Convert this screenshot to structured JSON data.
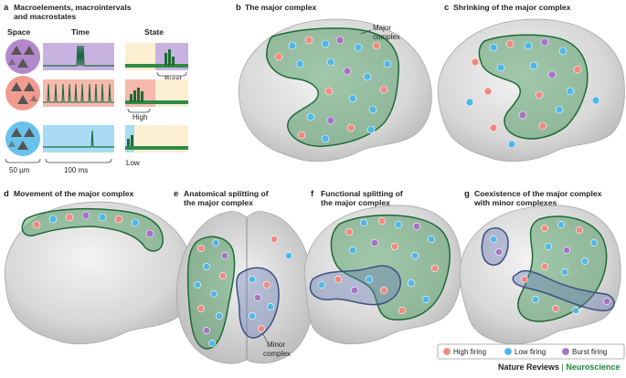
{
  "panels": {
    "a": {
      "letter": "a",
      "title_line1": "Macroelements, macrointervals",
      "title_line2": "and macrostates",
      "col_space": "Space",
      "col_time": "Time",
      "col_state": "State",
      "burst": "Burst",
      "high": "High",
      "low": "Low",
      "scale_space": "50 µm",
      "scale_time": "100 ms"
    },
    "b": {
      "letter": "b",
      "title": "The major complex",
      "callout_line1": "Major",
      "callout_line2": "complex"
    },
    "c": {
      "letter": "c",
      "title": "Shrinking of the major complex"
    },
    "d": {
      "letter": "d",
      "title": "Movement of the major complex"
    },
    "e": {
      "letter": "e",
      "title_line1": "Anatomical splitting of",
      "title_line2": "the major complex",
      "callout_line1": "Minor",
      "callout_line2": "complex"
    },
    "f": {
      "letter": "f",
      "title_line1": "Functional splitting of",
      "title_line2": "the major complex"
    },
    "g": {
      "letter": "g",
      "title_line1": "Coexistence of the major complex",
      "title_line2": "with minor complexes"
    }
  },
  "legend": {
    "high": "High firing",
    "low": "Low firing",
    "burst": "Burst firing"
  },
  "colors": {
    "high": "#f08a7e",
    "low": "#4fb7e8",
    "burst": "#a673c4",
    "complex": "#2e8b45",
    "minor": "#6a7fb5"
  },
  "credit": {
    "journal": "Nature Reviews",
    "separator": "|",
    "section": "Neuroscience"
  }
}
